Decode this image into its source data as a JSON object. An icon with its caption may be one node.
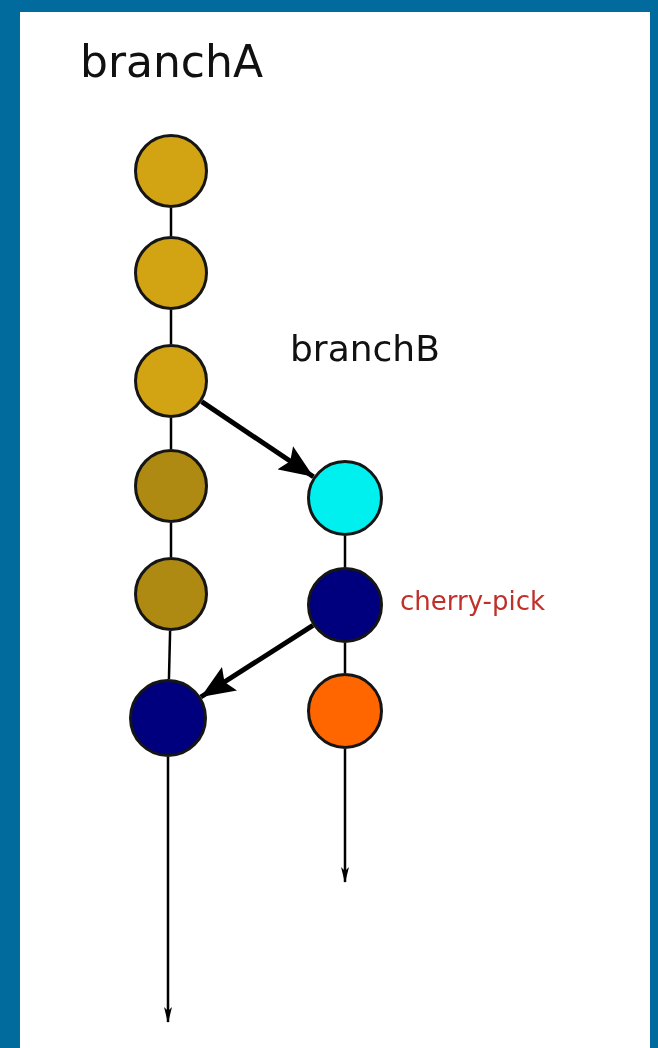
{
  "diagram": {
    "nodes": [
      {
        "text": [],
        "shape": "circle"
      },
      {
        "text": [],
        "shape": "circle"
      },
      {
        "text": [],
        "shape": "circle"
      },
      {
        "text": [],
        "shape": "circle"
      },
      {
        "text": [],
        "shape": "circle"
      },
      {
        "text": [],
        "shape": "circle"
      },
      {
        "text": [],
        "shape": "circle"
      },
      {
        "text": [],
        "shape": "circle",
        "beside": [
          "cherry-pick"
        ]
      },
      {
        "text": [],
        "shape": "circle"
      }
    ],
    "edges": [
      {
        "from": 0,
        "to": 1,
        "arrow": "none"
      },
      {
        "from": 1,
        "to": 2,
        "arrow": "none"
      },
      {
        "from": 2,
        "to": 3,
        "arrow": "none"
      },
      {
        "from": 3,
        "to": 4,
        "arrow": "none"
      },
      {
        "from": 4,
        "to": 5,
        "arrow": "none"
      },
      {
        "from": 2,
        "to": 6,
        "arrow": "to",
        "style": "thick"
      },
      {
        "from": 6,
        "to": 7,
        "arrow": "none"
      },
      {
        "from": 7,
        "to": 8,
        "arrow": "none"
      },
      {
        "from": 7,
        "to": 5,
        "arrow": "to",
        "style": "thick"
      },
      {
        "from": 5,
        "to": null,
        "arrow": "to"
      },
      {
        "from": 8,
        "to": null,
        "arrow": "to"
      }
    ],
    "labels": [
      "branchA",
      "branchB"
    ]
  }
}
